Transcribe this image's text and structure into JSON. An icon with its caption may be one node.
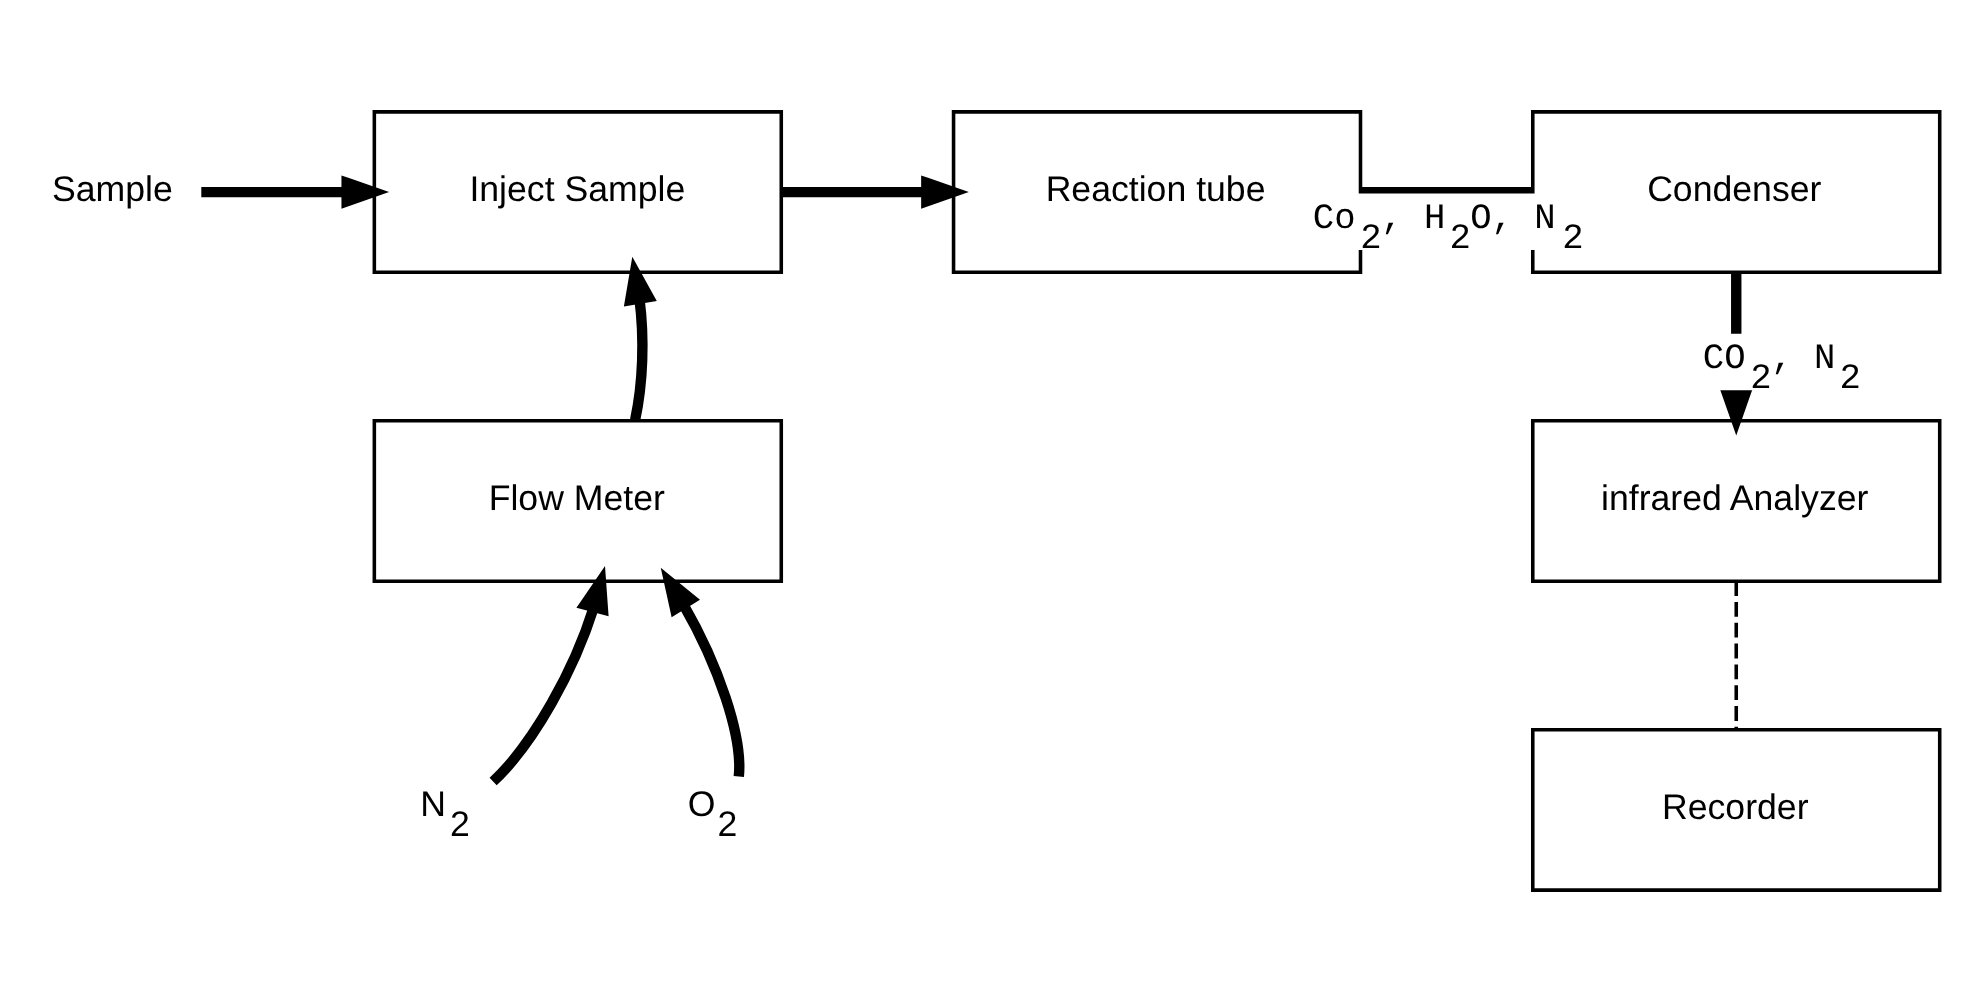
{
  "diagram": {
    "nodes": [
      {
        "text": [
          "Sample"
        ]
      },
      {
        "text": [
          "Inject Sample"
        ]
      },
      {
        "text": [
          "Reaction tube"
        ]
      },
      {
        "text": [
          "Condenser"
        ]
      },
      {
        "text": [
          "infrared Analyzer"
        ]
      },
      {
        "text": [
          "Flow Meter"
        ]
      },
      {
        "text": [
          "Recorder"
        ]
      },
      {
        "text": [
          "N$_{2}$"
        ]
      },
      {
        "text": [
          "O$_{2}$"
        ]
      }
    ],
    "edges": [
      {
        "from": 0,
        "to": 1,
        "arrow": "to"
      },
      {
        "from": 1,
        "to": 2,
        "arrow": "to"
      },
      {
        "from": 2,
        "to": 3,
        "arrow": "none",
        "label": "Co$_{2}$, H$_{2}$O, N$_{2}$"
      },
      {
        "from": 3,
        "to": 4,
        "arrow": "to",
        "label": "CO$_{2}$, N$_{2}$"
      },
      {
        "from": 4,
        "to": 6,
        "arrow": "none",
        "style": "dashed"
      },
      {
        "from": 5,
        "to": 1,
        "arrow": "to"
      },
      {
        "from": 7,
        "to": 5,
        "arrow": "to"
      },
      {
        "from": 8,
        "to": 5,
        "arrow": "to"
      }
    ]
  }
}
